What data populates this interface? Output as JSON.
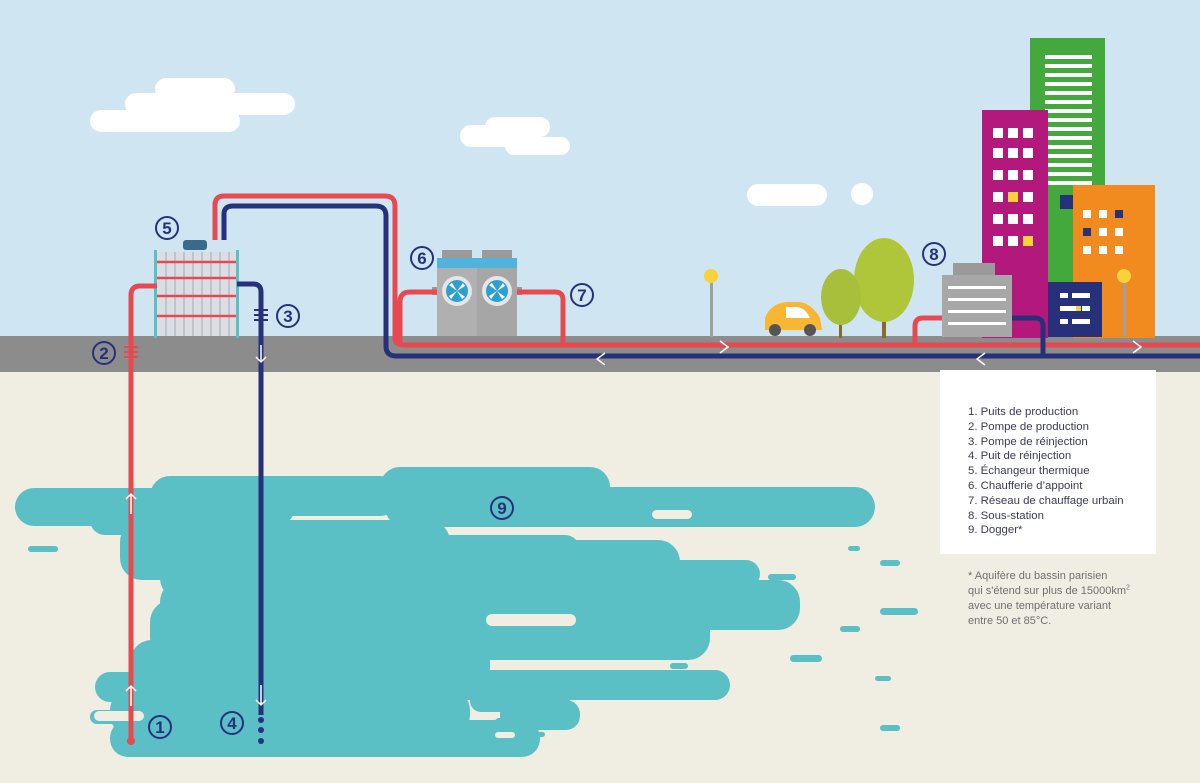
{
  "colors": {
    "sky": "#cfe6f2",
    "ground": "#8c8c8c",
    "soil": "#f0ede3",
    "aquifer": "#5bbfc6",
    "hot_pipe": "#e8484f",
    "cold_pipe": "#27307a",
    "label_circle": "#27307a"
  },
  "components": [
    {
      "number": "1",
      "icon": "production-well-icon"
    },
    {
      "number": "2",
      "icon": "production-pump-icon"
    },
    {
      "number": "3",
      "icon": "reinjection-pump-icon"
    },
    {
      "number": "4",
      "icon": "reinjection-well-icon"
    },
    {
      "number": "5",
      "icon": "heat-exchanger-icon"
    },
    {
      "number": "6",
      "icon": "backup-boiler-icon"
    },
    {
      "number": "7",
      "icon": "heating-network-icon"
    },
    {
      "number": "8",
      "icon": "substation-icon"
    },
    {
      "number": "9",
      "icon": "aquifer-icon"
    }
  ],
  "legend": {
    "items": [
      "1. Puits de production",
      "2. Pompe de production",
      "3. Pompe de réinjection",
      "4. Puit de réinjection",
      "5. Échangeur thermique",
      "6. Chaufferie d’appoint",
      "7. Réseau de chauffage urbain",
      "8. Sous-station",
      "9. Dogger*"
    ]
  },
  "footnote": {
    "line1": "* Aquifère du bassin parisien",
    "line2a": "qui s'étend sur plus de 15000km",
    "line2sup": "2",
    "line3": "avec une température variant",
    "line4": "entre 50 et 85°C."
  }
}
